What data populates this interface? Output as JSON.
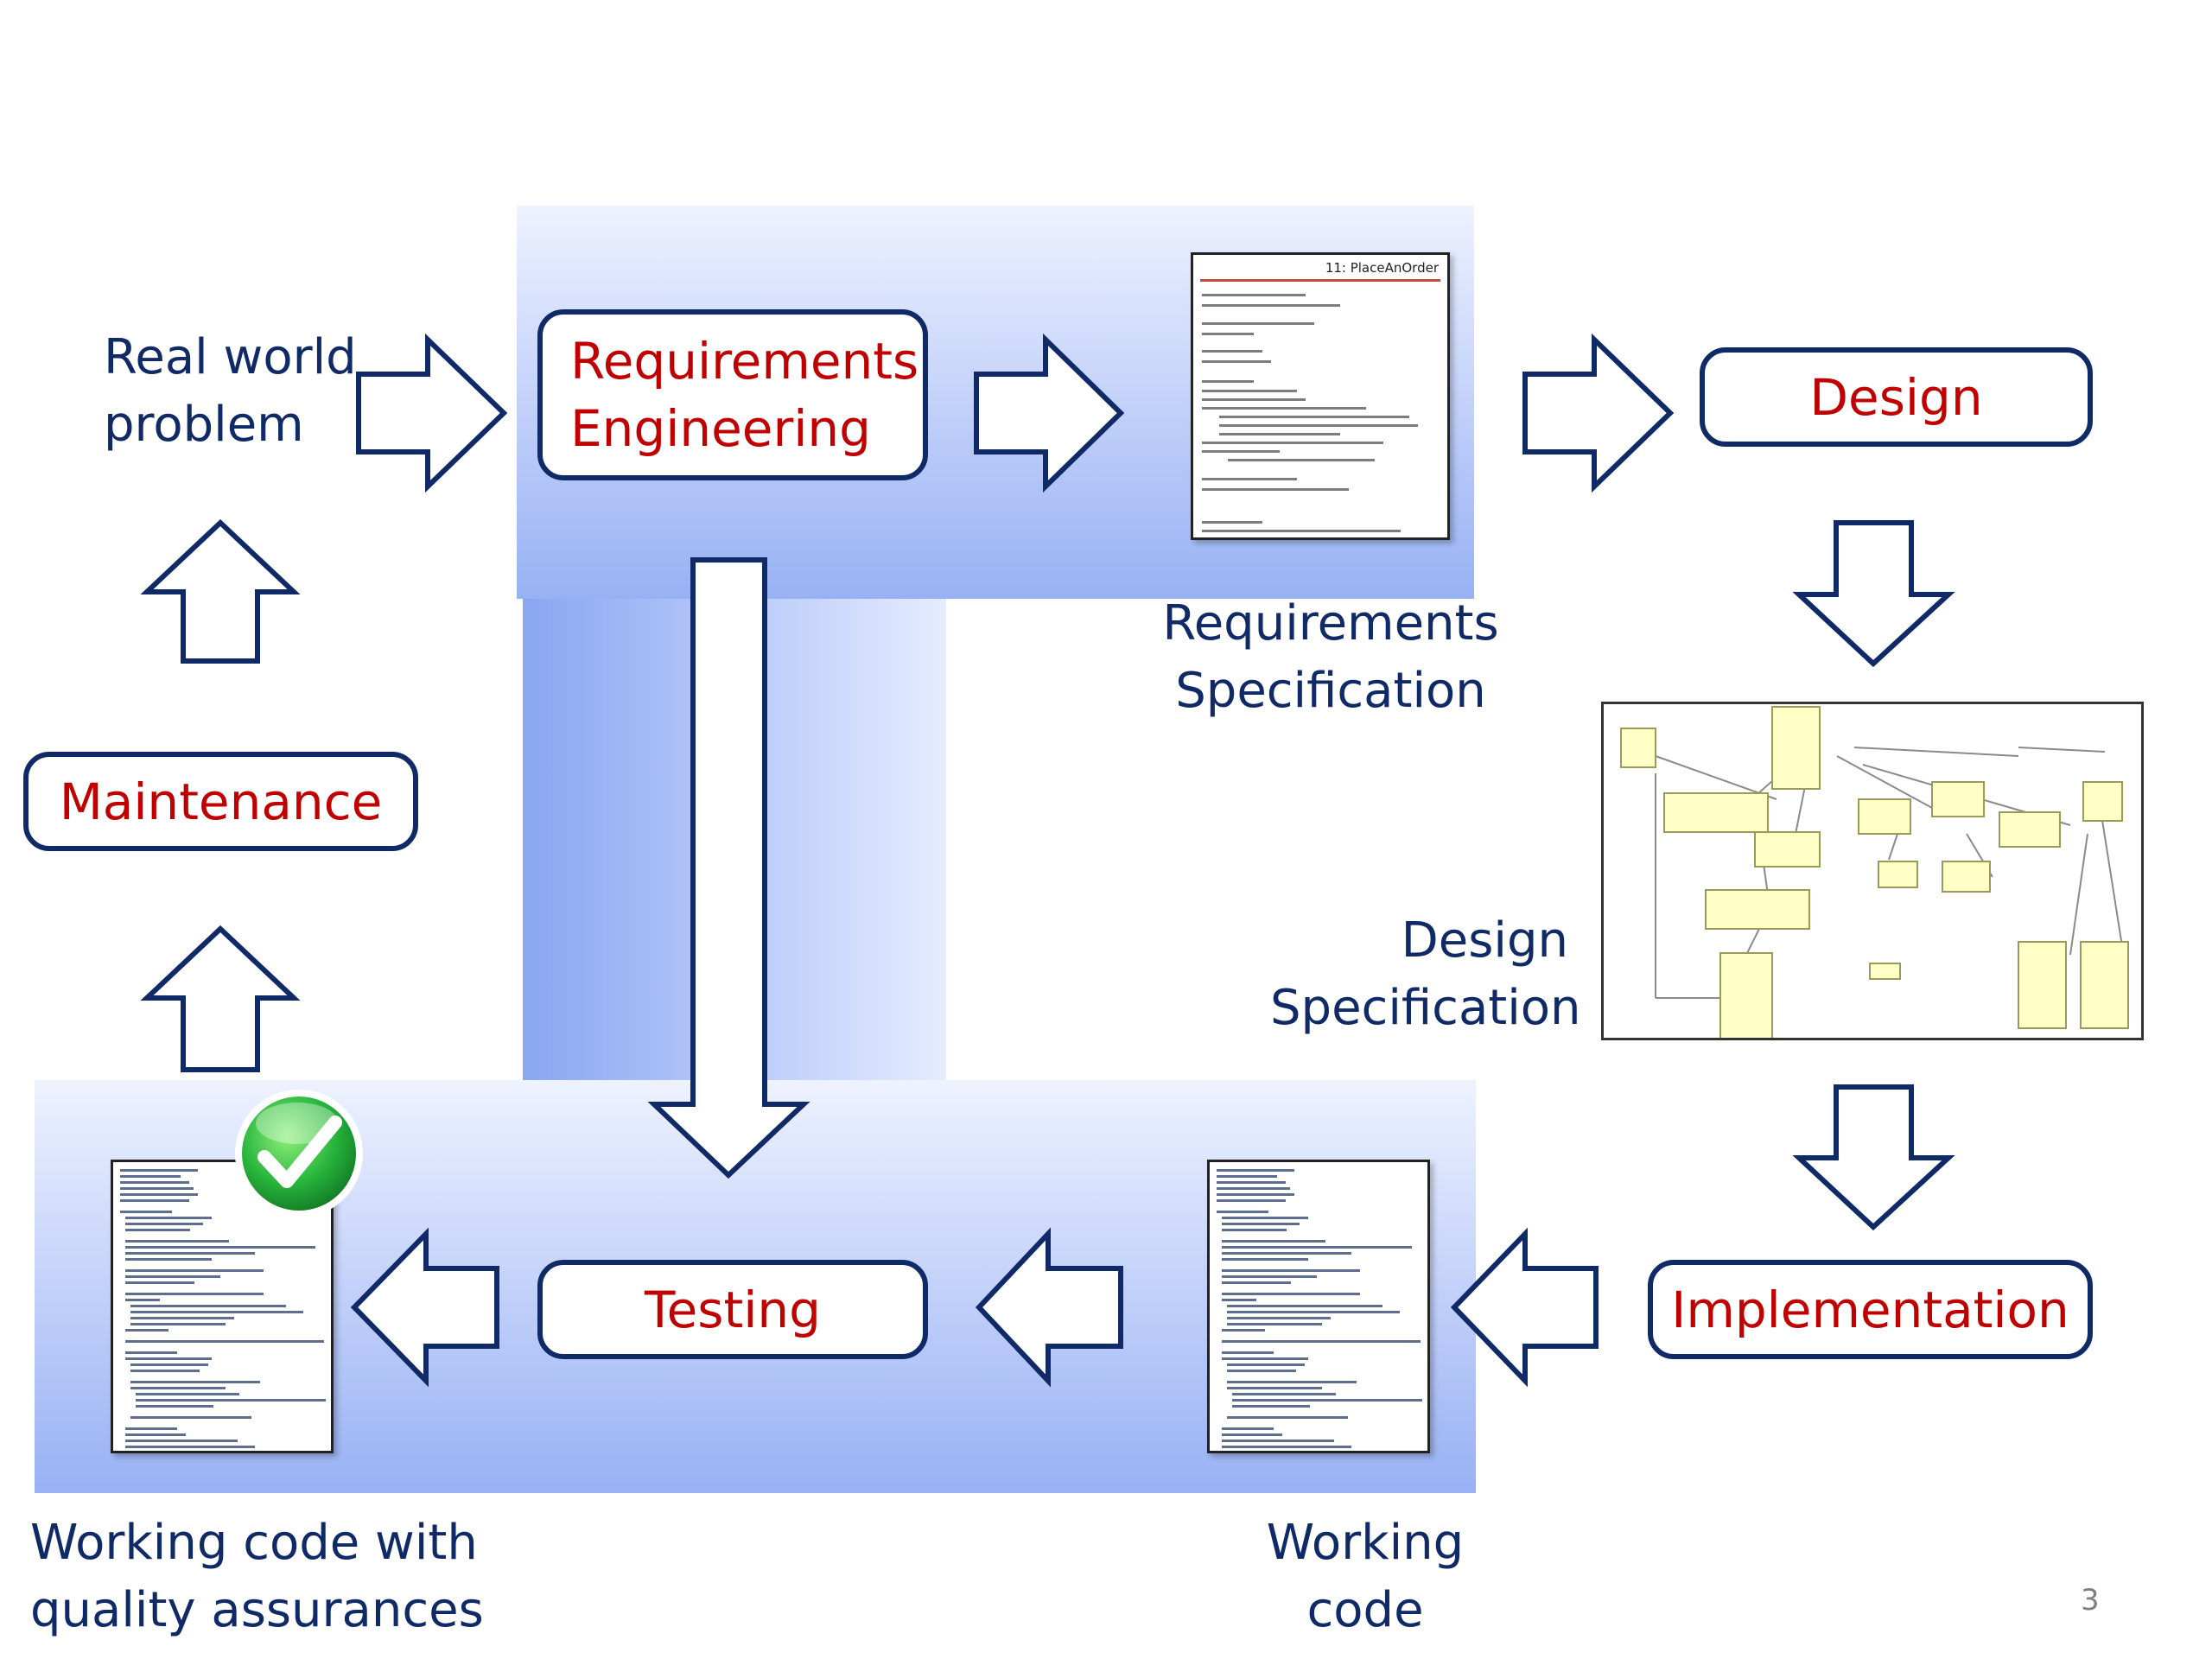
{
  "labels": {
    "real_world_problem": "Real world\nproblem",
    "requirements_specification": "Requirements\nSpecification",
    "design_specification": "Design\nSpecification",
    "working_code": "Working\ncode",
    "working_code_qa": "Working code with\nquality assurances"
  },
  "boxes": {
    "requirements_engineering": "Requirements\nEngineering",
    "design": "Design",
    "implementation": "Implementation",
    "testing": "Testing",
    "maintenance": "Maintenance"
  },
  "requirements_doc": {
    "header": "11: PlaceAnOrder"
  },
  "page_number": "3",
  "colors": {
    "box_border": "#0f2a66",
    "box_text": "#c00000",
    "label_text": "#0f2a66",
    "panel_gradient_top": "#e8eeff",
    "panel_gradient_bottom": "#93adf3",
    "check_badge": "#27b43c"
  },
  "icons": {
    "check_badge": "checkmark-icon"
  }
}
